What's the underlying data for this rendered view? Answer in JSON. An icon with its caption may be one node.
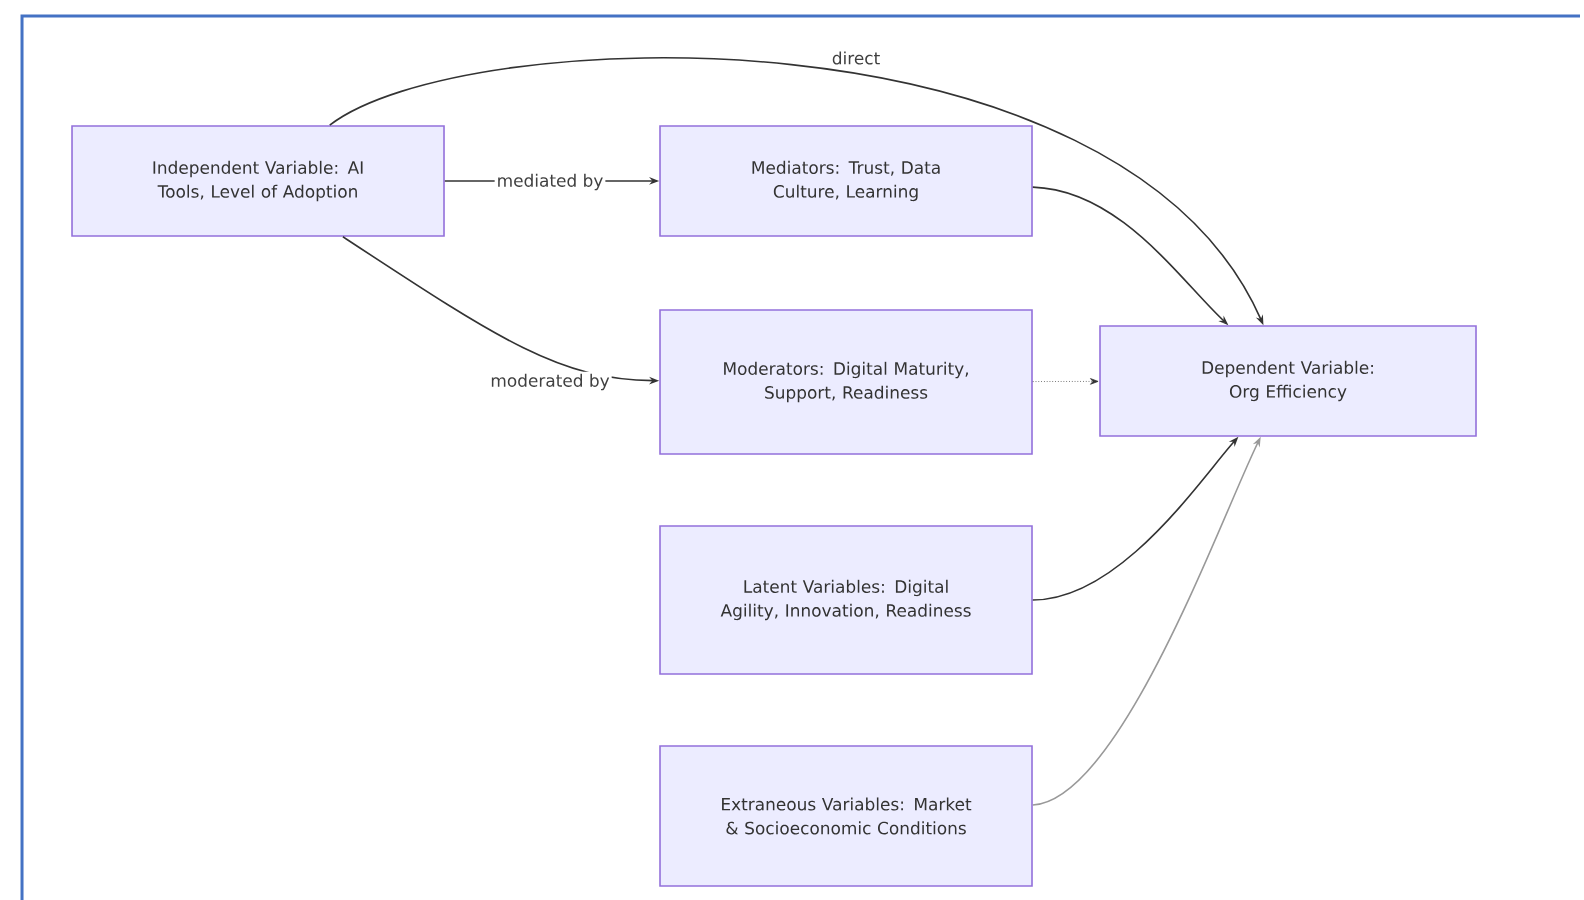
{
  "diagram": {
    "nodes": [
      {
        "text": [
          "Independent Variable: AI Tools, Level of Adoption"
        ]
      },
      {
        "text": [
          "Mediators: Trust, Data Culture, Learning"
        ]
      },
      {
        "text": [
          "Moderators: Digital Maturity, Support, Readiness"
        ]
      },
      {
        "text": [
          "Dependent Variable: Org Efficiency"
        ]
      },
      {
        "text": [
          "Latent Variables: Digital Agility, Innovation, Readiness"
        ]
      },
      {
        "text": [
          "Extraneous Variables: Market & Socioeconomic Conditions"
        ]
      }
    ],
    "edges": [
      {
        "from": 0,
        "to": 3,
        "arrow": "to",
        "label": "direct"
      },
      {
        "from": 0,
        "to": 1,
        "arrow": "to",
        "label": "mediated by"
      },
      {
        "from": 0,
        "to": 2,
        "arrow": "to",
        "label": "moderated by"
      },
      {
        "from": 1,
        "to": 3,
        "arrow": "to"
      },
      {
        "from": 2,
        "to": 3,
        "arrow": "to",
        "style": "dashed"
      },
      {
        "from": 4,
        "to": 3,
        "arrow": "to"
      },
      {
        "from": 5,
        "to": 3,
        "arrow": "to",
        "color": "#999999"
      }
    ]
  }
}
